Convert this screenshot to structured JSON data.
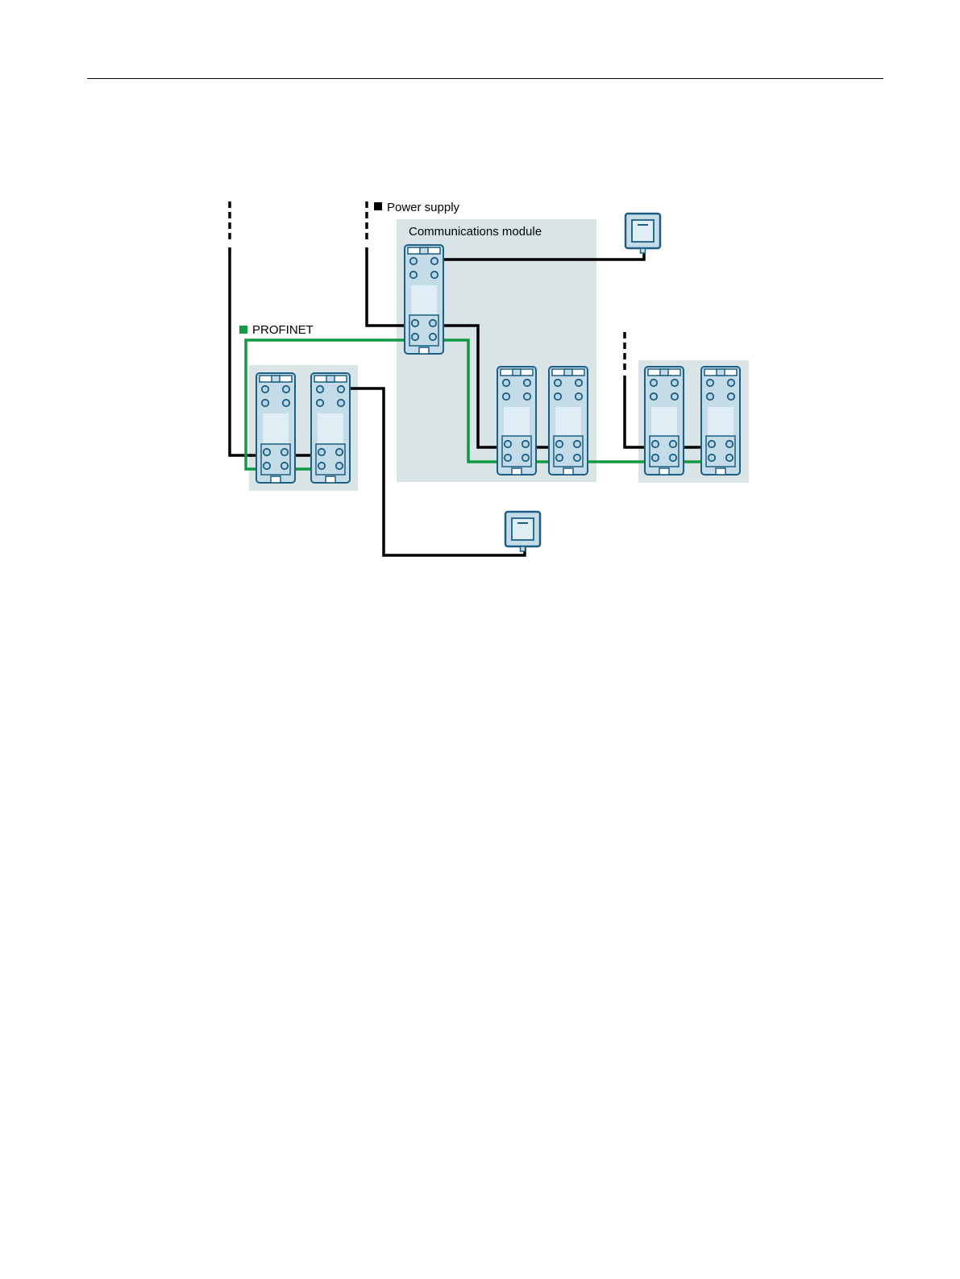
{
  "legend": {
    "power_supply": {
      "label": "Power supply",
      "color": "#000000"
    },
    "profinet": {
      "label": "PROFINET",
      "color": "#0f9a43"
    }
  },
  "communications_module": {
    "label": "Communications module"
  },
  "colors": {
    "module_fill": "#c4dbe8",
    "module_stroke": "#1c5f82",
    "group_background": "#d9e4e6",
    "port_fill": "#b8d6e6"
  },
  "icons": {
    "wall_device": "device-box-icon",
    "module": "io-module-icon",
    "port": "connector-port-icon"
  }
}
